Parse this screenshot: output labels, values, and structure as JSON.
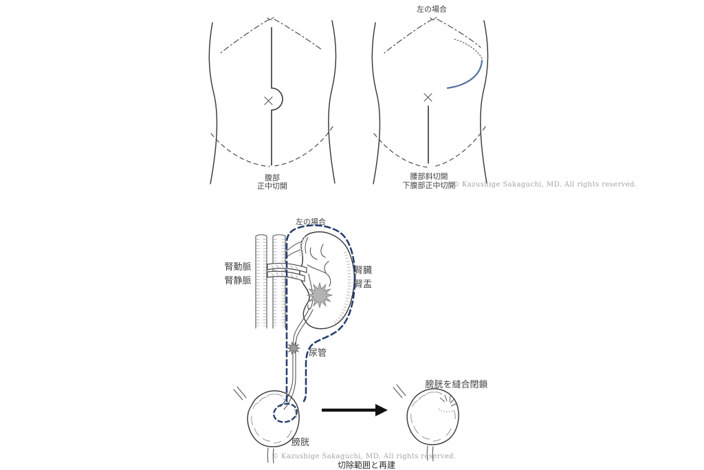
{
  "colors": {
    "line": "#3d3d3d",
    "resection_dash_navy": "#25406e",
    "incision_blue": "#55719f",
    "tumor_gray": "#b3b3b3",
    "copyright_gray": "#a3a3a3",
    "background": "#ffffff"
  },
  "top": {
    "case_label": "左の場合",
    "midline_torso": {
      "label_line1": "腹部",
      "label_line2": "正中切開"
    },
    "flank_torso": {
      "label_line1": "腰部斜切開",
      "label_line2": "下腹部正中切開"
    },
    "copyright": "© Kazushige Sakaguchi, MD. All rights reserved."
  },
  "bottom": {
    "case_label": "左の場合",
    "renal_vessels_line1": "腎動脈",
    "renal_vessels_line2": "腎静脈",
    "kidney_line1": "腎臓",
    "kidney_line2": "腎盂",
    "ureter": "尿管",
    "bladder": "膀胱",
    "bladder_closure": "膀胱を縫合閉鎖",
    "copyright": "© Kazushige Sakaguchi, MD. All rights reserved.",
    "caption": "切除範囲と再建"
  }
}
